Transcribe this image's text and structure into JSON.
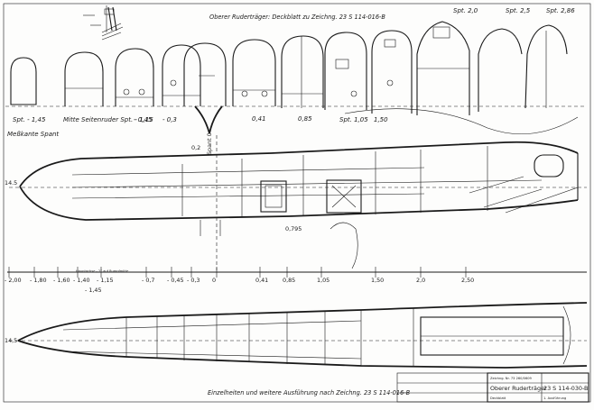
{
  "drawing": {
    "title": "Oberer Ruderträger: Deckblatt zu Zeichng. 23 S 114-016-B",
    "footer": "Einzelheiten und weitere Ausführung nach Zeichng. 23 S 114-016-B",
    "left_note": "Meßkante Spant",
    "hinge_note": "Hauptachse - 2° auf Rumpfmitte",
    "section_top_left": "14.5",
    "section_lower_left": "14,5"
  },
  "rib_sections": [
    {
      "label": "Spt. - 1,45"
    },
    {
      "label": "Mitte Seitenruder Spt. - 1,15"
    },
    {
      "label": "- 0,45"
    },
    {
      "label": "- 0,3"
    },
    {
      "label": "0,41"
    },
    {
      "label": "0,85"
    },
    {
      "label": "Spt. 1,05"
    },
    {
      "label": "1,50"
    },
    {
      "label": "Spt. 2,0"
    },
    {
      "label": "Spt. 2,5"
    },
    {
      "label": "Spt. 2,86"
    }
  ],
  "station_axis": [
    {
      "label": "- 2,00"
    },
    {
      "label": "- 1,80"
    },
    {
      "label": "- 1,60"
    },
    {
      "label": "- 1,40"
    },
    {
      "label": "- 1,15"
    },
    {
      "label": "- 0,7"
    },
    {
      "label": "- 0,45"
    },
    {
      "label": "- 0,3"
    },
    {
      "label": "0"
    },
    {
      "label": "0,41"
    },
    {
      "label": "0,85"
    },
    {
      "label": "1,05"
    },
    {
      "label": "1,50"
    },
    {
      "label": "2,0"
    },
    {
      "label": "2,50"
    }
  ],
  "plan_notes": {
    "spant_label": "Spant 0",
    "value_02": "0,2",
    "value_145": "- 1,45",
    "value_0795": "0,795"
  },
  "title_block": {
    "name": "Oberer Ruderträger",
    "number": "23 S 114-030-B",
    "reference": "Zeichng. Nr. 73 260/0609",
    "subtitle": "Deckblatt",
    "edition": "1. Ausführung"
  }
}
